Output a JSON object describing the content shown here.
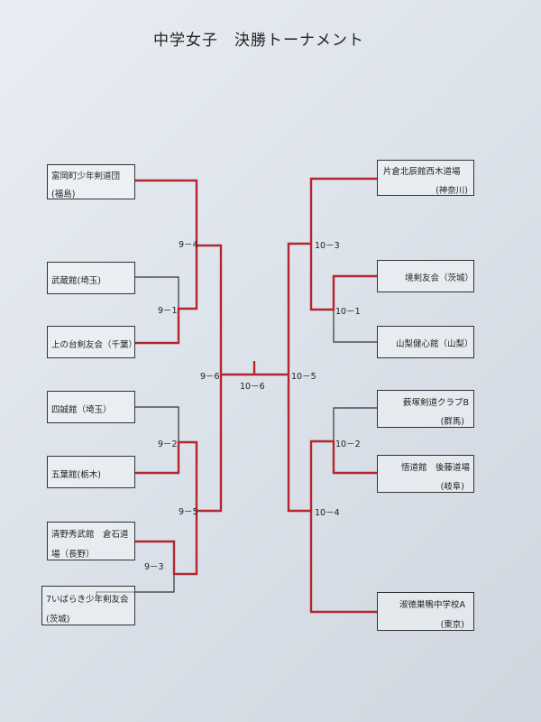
{
  "title": "中学女子　決勝トーナメント",
  "left_teams": [
    {
      "name": "富岡町少年剣道団",
      "sub": "(福島)"
    },
    {
      "name": "武蔵館(埼玉)",
      "sub": ""
    },
    {
      "name": "上の台剣友会（千葉）",
      "sub": ""
    },
    {
      "name": "四誠館（埼玉）",
      "sub": ""
    },
    {
      "name": "五葉館(栃木)",
      "sub": ""
    },
    {
      "name": "清野秀武館　倉石道",
      "sub": "場（長野）"
    },
    {
      "name": "7いばらき少年剣友会",
      "sub": "(茨城)"
    }
  ],
  "right_teams": [
    {
      "name": "片倉北辰館西木道場",
      "sub": "(神奈川)"
    },
    {
      "name": "境剣友会（茨城）",
      "sub": ""
    },
    {
      "name": "山梨健心館（山梨）",
      "sub": ""
    },
    {
      "name": "薮塚剣道クラブB",
      "sub": "(群馬)"
    },
    {
      "name": "悟道館　後藤道場",
      "sub": "(岐阜)"
    },
    {
      "name": "淑徳巣鴨中学校A",
      "sub": "(東京)"
    }
  ],
  "scores": {
    "left_r1_top": "9－1",
    "left_r1_bottom_a": "9－2",
    "left_r1_bottom_b": "9－3",
    "left_r2_top": "9－4",
    "left_r2_bottom": "9－5",
    "left_semi": "9－6",
    "right_r1_top": "10－1",
    "right_r1_bottom": "10－2",
    "right_r2_top": "10－3",
    "right_r2_bottom": "10－4",
    "right_semi": "10－5",
    "final": "10－6"
  },
  "colors": {
    "winner_line": "#b3262f",
    "line": "#333333"
  }
}
